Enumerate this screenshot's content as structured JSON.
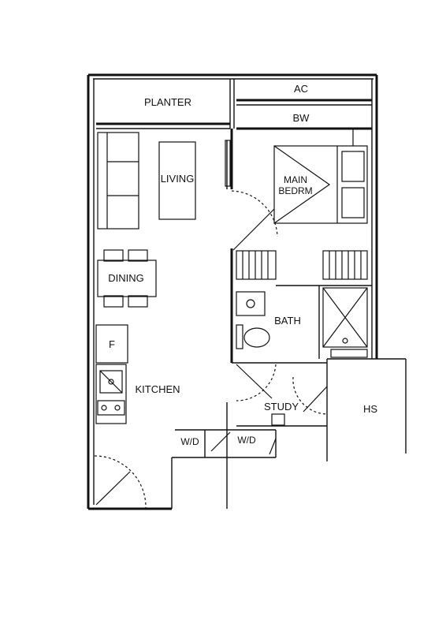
{
  "rooms": {
    "planter": "PLANTER",
    "ac": "AC",
    "bw": "BW",
    "living": "LIVING",
    "main_bedrm_line1": "MAIN",
    "main_bedrm_line2": "BEDRM",
    "dining": "DINING",
    "fridge": "F",
    "bath": "BATH",
    "kitchen": "KITCHEN",
    "study": "STUDY",
    "hs": "HS",
    "wd_left": "W/D",
    "wd_right": "W/D"
  },
  "colors": {
    "line": "#111111",
    "background": "#ffffff"
  }
}
